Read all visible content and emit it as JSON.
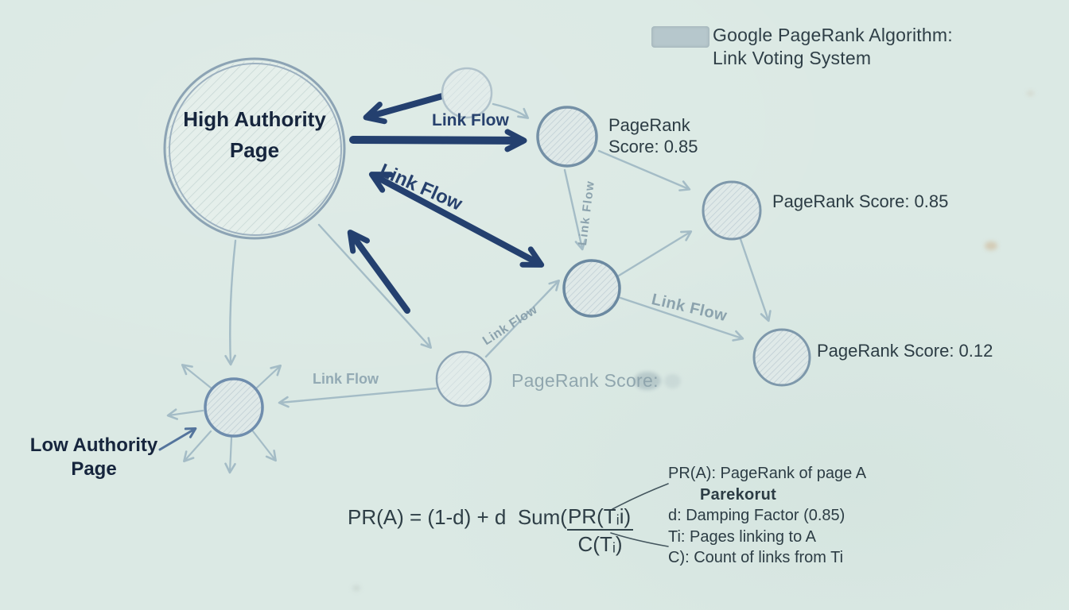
{
  "legend": {
    "swatch_color": "#b5c6cb",
    "title": "Google PageRank Algorithm:\nLink Voting System"
  },
  "nodes": {
    "high_authority": {
      "label": "High Authority\nPage"
    },
    "low_authority": {
      "label": "Low Authority\nPage"
    },
    "score_top": {
      "label": "PageRank\nScore: 0.85"
    },
    "score_right": {
      "label": "PageRank Score: 0.85"
    },
    "score_bottom_right": {
      "label": "PageRank Score: 0.12"
    },
    "score_faded": {
      "label": "PageRank Score:"
    }
  },
  "link_flow_labels": {
    "top": "Link Flow",
    "diagonal": "Link Flow",
    "vertical": "Link Flow",
    "mid_right": "Link Flow",
    "mid_small": "Link Flow",
    "bottom_left": "Link Flow"
  },
  "formula": {
    "prefix": "PR(A) = (1-d) + d  Sum(",
    "numerator": "PR(Tᵢi)",
    "denominator": "C(Tᵢ)"
  },
  "formula_notes": {
    "lines": [
      "PR(A): PageRank of page A",
      "Parekorut",
      "d: Damping Factor (0.85)",
      "Ti: Pages linking to A",
      "C): Count of links from Ti"
    ]
  },
  "colors": {
    "background": "#dbe9e4",
    "navy_arrow": "#24406f",
    "light_arrow": "#a4bcc6",
    "node_stroke": "#7e98ab",
    "dark_text": "#2e3e46",
    "navy_text": "#16253d",
    "faded_text": "#90a6ae"
  }
}
